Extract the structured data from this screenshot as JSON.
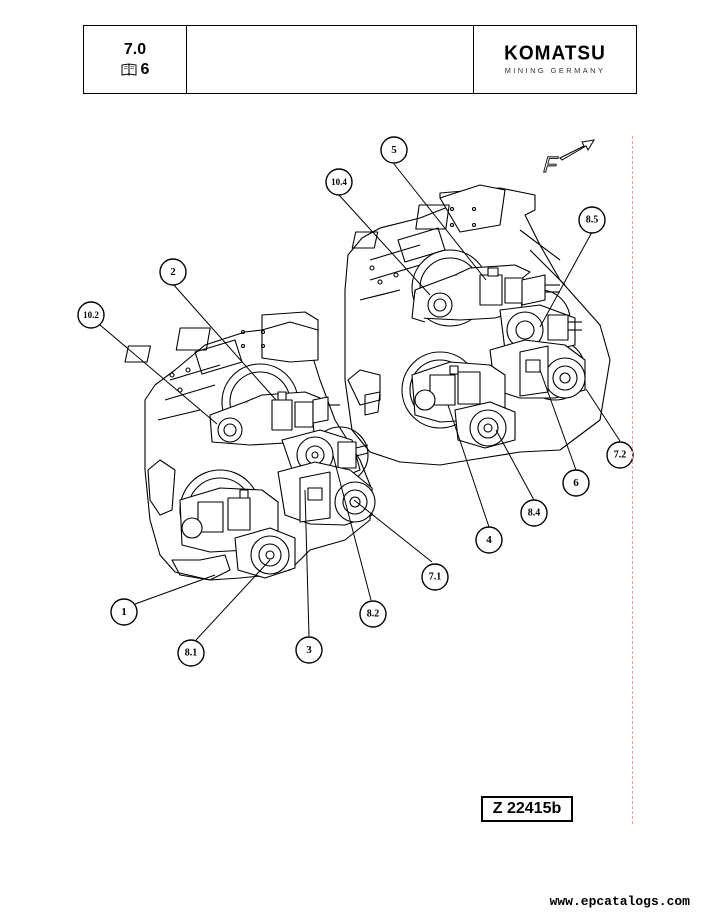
{
  "header": {
    "section": "7.0",
    "book_ref": "6",
    "logo_main": "KOMATSU",
    "logo_sub": "MINING GERMANY"
  },
  "drawing": {
    "direction_label": "F",
    "callouts": [
      "1",
      "2",
      "3",
      "4",
      "5",
      "6",
      "7.1",
      "7.2",
      "8.1",
      "8.2",
      "8.4",
      "8.5",
      "10.2",
      "10.4"
    ]
  },
  "figure_ref": "Z 22415b",
  "website": "www.epcatalogs.com"
}
